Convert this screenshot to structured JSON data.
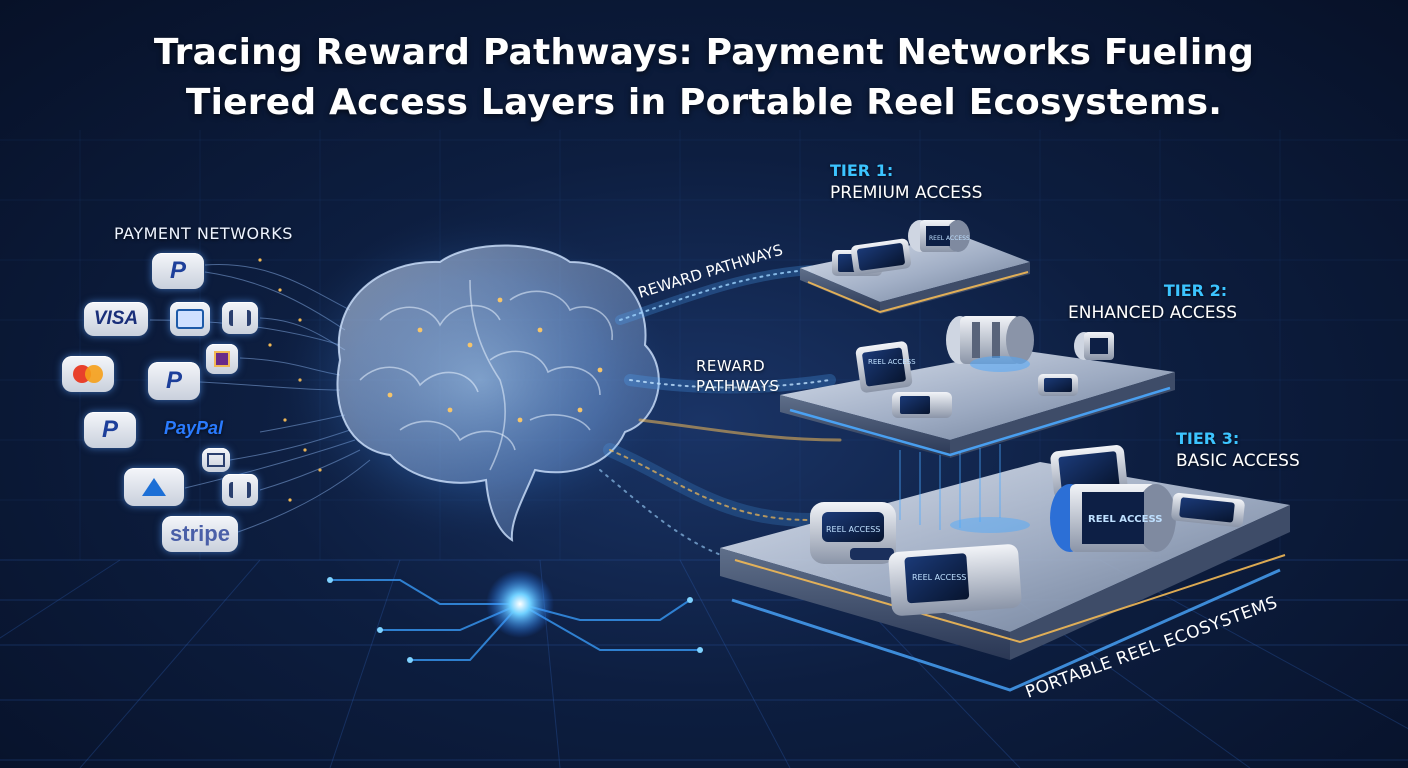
{
  "title_line1": "Tracing Reward Pathways: Payment Networks Fueling",
  "title_line2": "Tiered Access Layers in Portable Reel Ecosystems.",
  "payment_networks_label": "PAYMENT NETWORKS",
  "badges": {
    "visa": "VISA",
    "paypal_word": "PayPal",
    "stripe": "stripe",
    "p_glyph": "P"
  },
  "reward_pathways_upper": "REWARD PATHWAYS",
  "reward_pathways_lower_1": "REWARD",
  "reward_pathways_lower_2": "PATHWAYS",
  "tier1": {
    "num": "TIER 1:",
    "name": "PREMIUM ACCESS"
  },
  "tier2": {
    "num": "TIER 2:",
    "name": "ENHANCED ACCESS"
  },
  "tier3": {
    "num": "TIER 3:",
    "name": "BASIC ACCESS"
  },
  "ecosystem_label": "PORTABLE REEL ECOSYSTEMS",
  "device_text": "REEL ACCESS",
  "colors": {
    "accent_cyan": "#3cc4ff",
    "glow_blue": "#4aa8ff",
    "gold": "#f2b955",
    "bg_dark": "#071128"
  }
}
